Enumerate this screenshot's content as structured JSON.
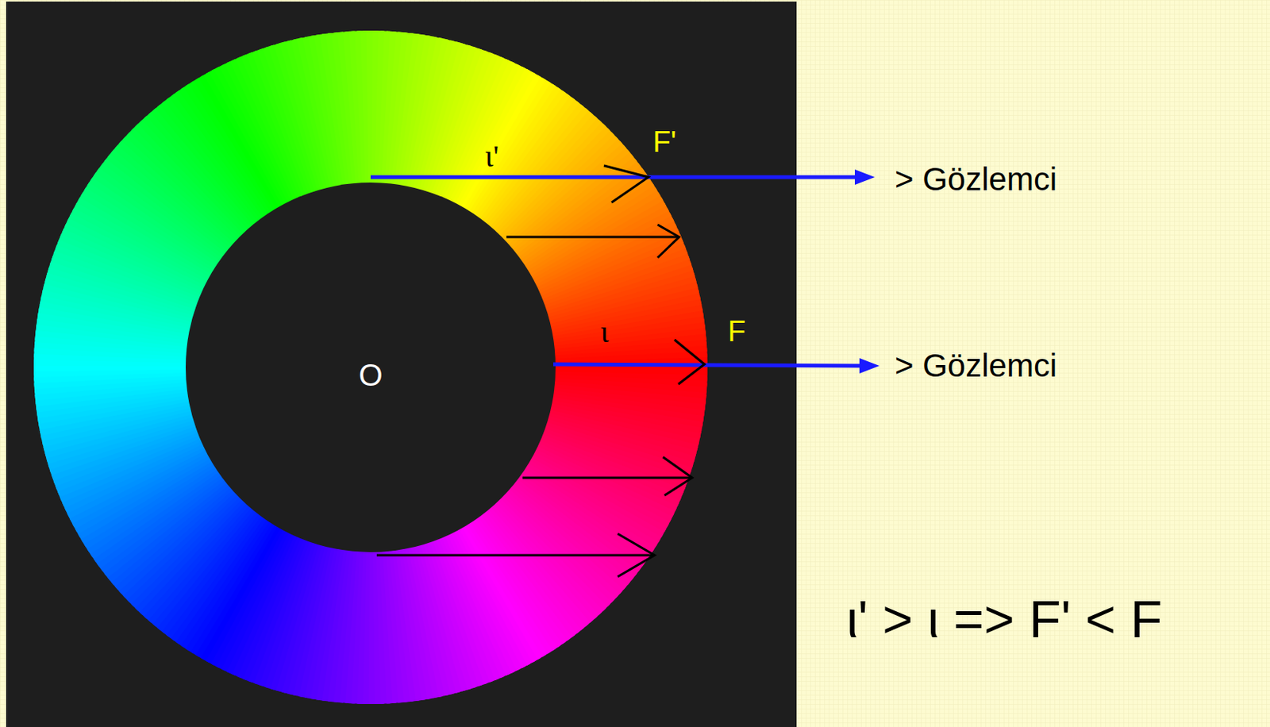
{
  "diagram": {
    "labels": [
      "ι'",
      "F'",
      "> Gözlemci",
      "ι",
      "F",
      "O",
      "> Gözlemci",
      "ι' > ι => F' < F"
    ]
  }
}
